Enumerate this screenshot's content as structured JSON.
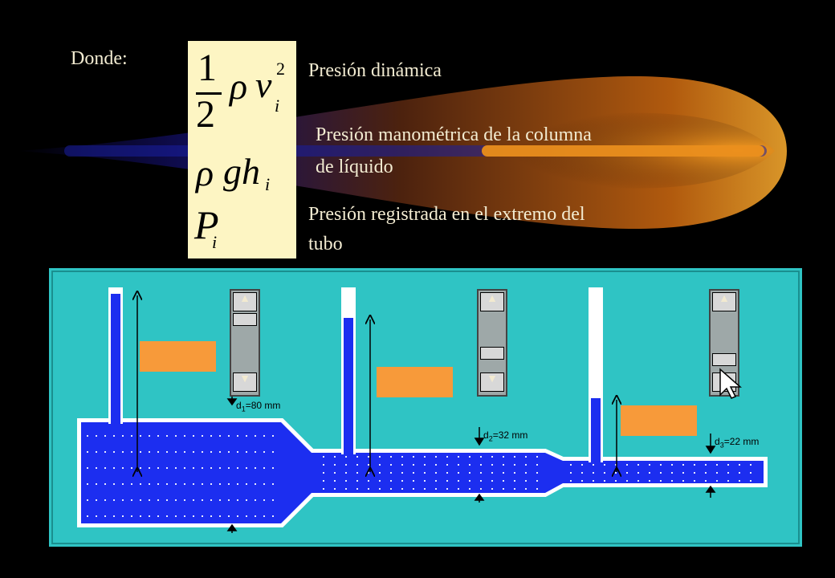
{
  "header": {
    "donde": "Donde:",
    "dynamic_label": "Presión dinámica",
    "manometric_label_line1": "Presión manométrica de la columna",
    "manometric_label_line2": "de líquido",
    "recorded_label_line1": "Presión registrada en el extremo del",
    "recorded_label_line2": "tubo"
  },
  "formulas": {
    "one": "1",
    "two": "2",
    "rho": "ρ",
    "v": "v",
    "exp2": "2",
    "sub_i": "i",
    "gh": "gh",
    "P": "P"
  },
  "simulation": {
    "d1_label": "d",
    "d1_sub": "1",
    "d1_value": "=80 mm",
    "d2_label": "d",
    "d2_sub": "2",
    "d2_value": "=32 mm",
    "d3_label": "d",
    "d3_sub": "3",
    "d3_value": "=22 mm",
    "column_levels": [
      0.95,
      0.77,
      0.2
    ],
    "colors": {
      "panel": "#33c6c6",
      "water": "#1c2ef0",
      "orange": "#f79a3a",
      "arrow": "#000000"
    }
  }
}
